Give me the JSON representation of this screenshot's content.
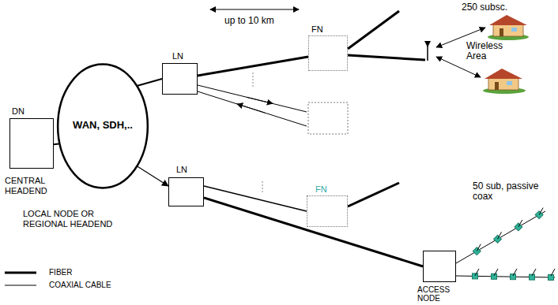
{
  "diagram": {
    "nodes": [
      {
        "text": [
          "DN",
          "CENTRAL HEADEND"
        ]
      },
      {
        "text": [
          "WAN, SDH,.."
        ]
      },
      {
        "text": [
          "LN"
        ]
      },
      {
        "text": [
          "FN"
        ]
      },
      {
        "text": [
          "LN",
          "LOCAL NODE OR REGIONAL HEADEND"
        ]
      },
      {
        "text": [
          "FN"
        ]
      },
      {
        "text": [
          "ACCESS NODE"
        ]
      }
    ],
    "edges": [
      {
        "from": 0,
        "to": 1,
        "arrow": "none"
      },
      {
        "from": 1,
        "to": 2,
        "arrow": "none"
      },
      {
        "from": 1,
        "to": 4,
        "arrow": "to"
      },
      {
        "from": 2,
        "to": 3,
        "arrow": "none"
      },
      {
        "from": 4,
        "to": 5,
        "arrow": "none"
      },
      {
        "from": 4,
        "to": 6,
        "arrow": "none"
      }
    ],
    "labels": [
      "up to 10 km",
      "250 subsc.",
      "Wireless Area",
      "50 sub, passive coax"
    ],
    "legend": [
      {
        "text": "FIBER"
      },
      {
        "text": "COAXIAL CABLE"
      }
    ]
  }
}
